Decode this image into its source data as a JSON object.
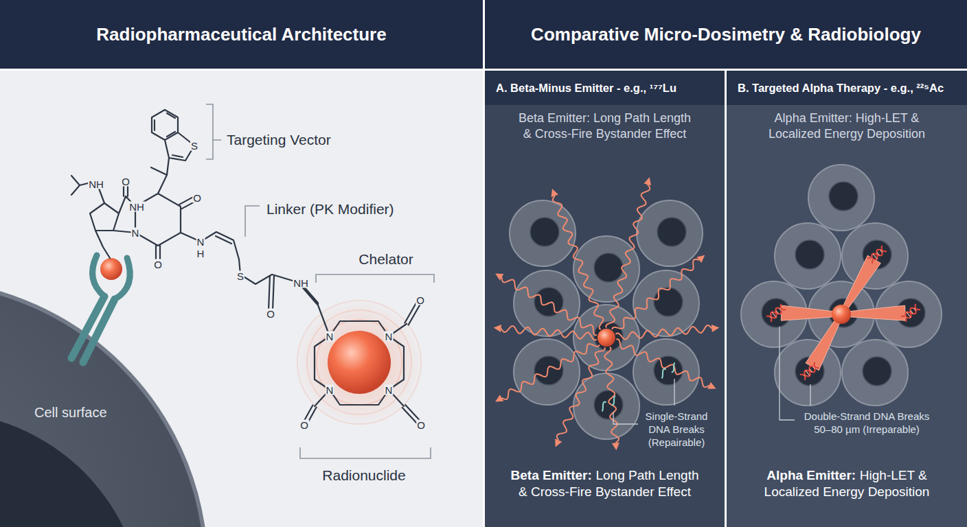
{
  "diagram": {
    "nodes": [
      {
        "text": [
          "Radiopharmaceutical Architecture"
        ]
      },
      {
        "text": [
          "Comparative Micro-Dosimetry & Radiobiology"
        ]
      },
      {
        "text": [
          "Cell surface"
        ]
      },
      {
        "text": [
          "Beta Emitter: Long Path Length & Cross-Fire Bystander Effect",
          "Beta Emitter:",
          "Long Path Length & Cross-Fire Bystander Effect"
        ]
      },
      {
        "text": [
          "A. Beta-Minus Emitter - e.g., ¹⁷⁷Lu"
        ],
        "in": 3
      },
      {
        "text": [
          "Alpha Emitter: High-LET & Localized Energy Deposition",
          "Alpha Emitter:",
          "High-LET & Localized Energy Deposition"
        ]
      },
      {
        "text": [
          "B. Targeted Alpha Therapy - e.g., ²²⁵Ac"
        ],
        "in": 5
      }
    ],
    "labels": [
      "S",
      "Targeting Vector",
      "NH",
      "O",
      "NH",
      "O",
      "N",
      "O",
      "N",
      "H",
      "Linker (PK Modifier)",
      "S",
      "O",
      "NH",
      "Chelator",
      "O",
      "N",
      "N",
      "N",
      "N",
      "O",
      "O",
      "Radionuclide",
      "Single-Strand DNA Breaks (Repairable)",
      "Double-Strand DNA Breaks 50–80 µm (Irreparable)"
    ]
  }
}
